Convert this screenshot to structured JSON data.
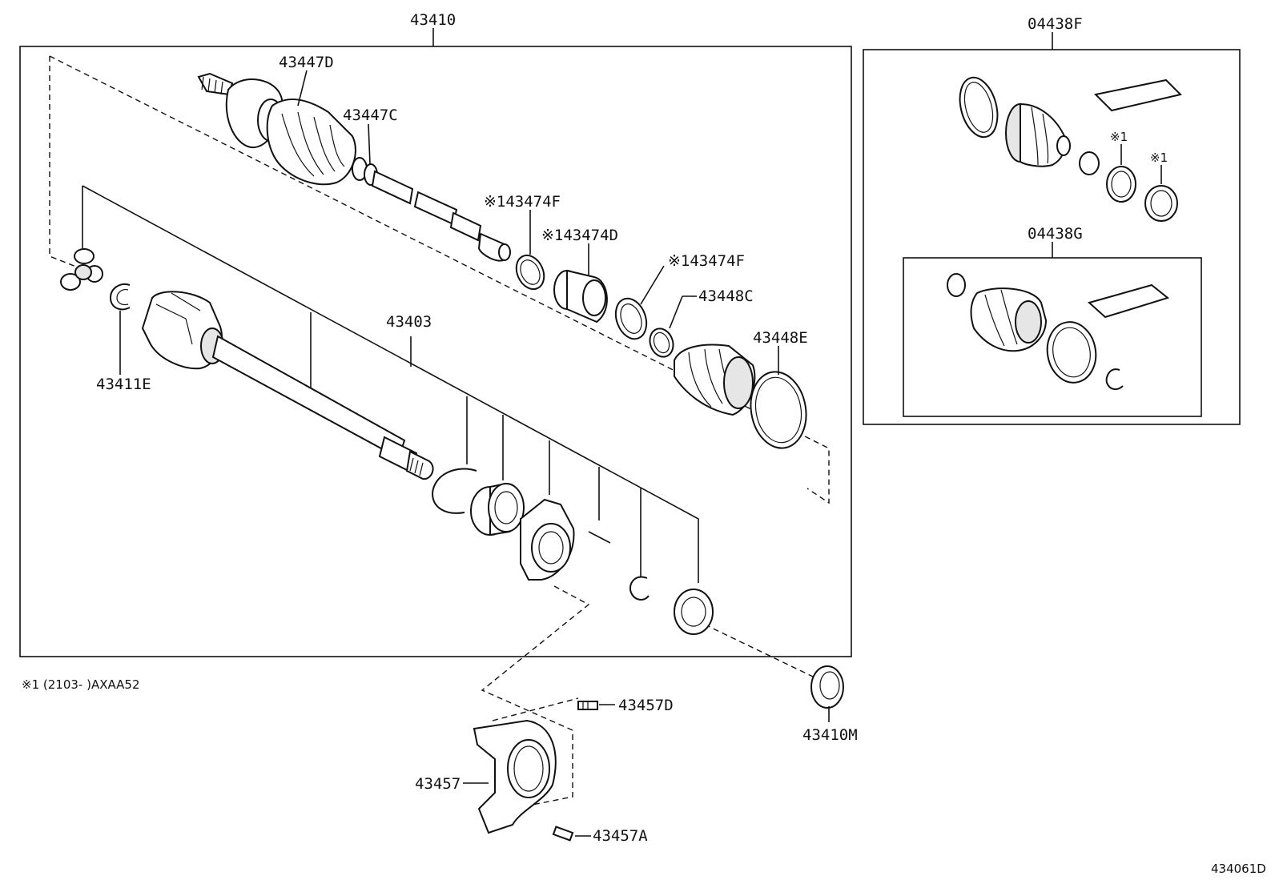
{
  "labels": {
    "assembly": "43410",
    "outer_boot": "43447D",
    "outer_clamp": "43447C",
    "shaft": "43403",
    "snap_ring": "43411E",
    "clamp_f1": "※143474F",
    "damper": "※143474D",
    "clamp_f2": "※143474F",
    "inner_clamp_small": "43448C",
    "inner_clamp_large": "43448E",
    "dust_seal": "43410M",
    "bracket_bolt": "43457D",
    "bracket": "43457",
    "bracket_bolt_lower": "43457A",
    "kit_outer": "04438F",
    "kit_inner": "04438G",
    "kit_note_1": "※1",
    "kit_note_2": "※1",
    "footnote": "※1 (2103-        )AXAA52",
    "figure_code": "434061D"
  }
}
